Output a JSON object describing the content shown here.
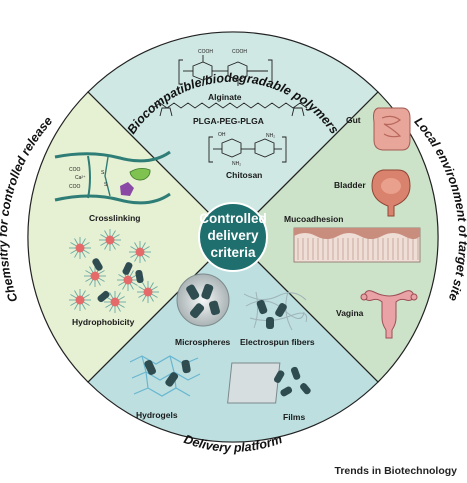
{
  "center": {
    "line1": "Controlled",
    "line2": "delivery",
    "line3": "criteria"
  },
  "quadrants": {
    "top": {
      "title": "Biocompatible/biodegradable polymers",
      "labels": [
        "Alginate",
        "PLGA-PEG-PLGA",
        "Chitosan"
      ]
    },
    "right": {
      "title": "Local environment of target site",
      "labels": [
        "Gut",
        "Bladder",
        "Mucoadhesion",
        "Vagina"
      ]
    },
    "bottom": {
      "title": "Delivery platform",
      "labels": [
        "Microspheres",
        "Electrospun fibers",
        "Hydrogels",
        "Films"
      ]
    },
    "left": {
      "title": "Chemsitry for controlled release",
      "labels": [
        "Crosslinking",
        "Hydrophobicity"
      ],
      "chem": {
        "coo_top": "COO",
        "ca": "Ca²⁺",
        "coo_bottom": "COO",
        "s": "S"
      }
    }
  },
  "journal": "Trends in Biotechnology",
  "colors": {
    "top": "#cfe8e4",
    "right": "#cde3c9",
    "bottom": "#bddfe0",
    "left": "#e6f0d3",
    "center": "#1f6f6e",
    "outline": "#222222"
  },
  "icons": [
    "alginate-structure",
    "plga-peg-plga-structure",
    "chitosan-structure",
    "gut-icon",
    "bladder-icon",
    "mucosa-icon",
    "uterus-icon",
    "microsphere-icon",
    "fiber-icon",
    "hydrogel-icon",
    "film-icon",
    "crosslink-icon",
    "micelle-icon"
  ]
}
